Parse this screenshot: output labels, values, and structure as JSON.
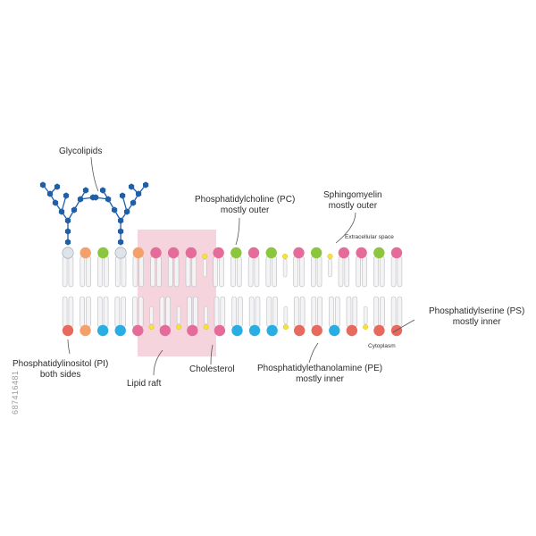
{
  "labels": {
    "glycolipids": "Glycolipids",
    "pc_line1": "Phosphatidylcholine (PC)",
    "pc_line2": "mostly outer",
    "sm_line1": "Sphingomyelin",
    "sm_line2": "mostly outer",
    "extracellular": "Extracellular space",
    "ps_line1": "Phosphatidylserine (PS)",
    "ps_line2": "mostly inner",
    "cytoplasm": "Cytoplasm",
    "pi_line1": "Phosphatidylinositol (PI)",
    "pi_line2": "both sides",
    "lipid_raft": "Lipid raft",
    "cholesterol": "Cholesterol",
    "pe_line1": "Phosphatidylethanolamine (PE)",
    "pe_line2": "mostly inner"
  },
  "watermark": "687416481",
  "colors": {
    "pc": "#e56b9a",
    "sm": "#8cc63f",
    "pe": "#29aee3",
    "ps": "#e86a5e",
    "pi": "#f4a06b",
    "glycolipid_head": "#dfe3ea",
    "cholesterol": "#f7e23a",
    "sugar": "#1f5fa8",
    "tail": "#f4f4f5",
    "tail_outline": "#b9bcc3",
    "raft": "#f3c6d3"
  },
  "membrane": {
    "outer_leaflet": [
      "gl",
      "pi",
      "sm",
      "gl",
      "pi",
      "pc",
      "pc",
      "pc",
      "ch",
      "pc",
      "sm",
      "pc",
      "sm",
      "ch",
      "pc",
      "sm",
      "ch",
      "pc",
      "pc",
      "sm",
      "pc"
    ],
    "inner_leaflet": [
      "ps",
      "pi",
      "pe",
      "pe",
      "pc",
      "ch",
      "pc",
      "ch",
      "pc",
      "ch",
      "pc",
      "pe",
      "pe",
      "pe",
      "ch",
      "ps",
      "ps",
      "pe",
      "ps",
      "ch",
      "ps",
      "ps"
    ]
  }
}
